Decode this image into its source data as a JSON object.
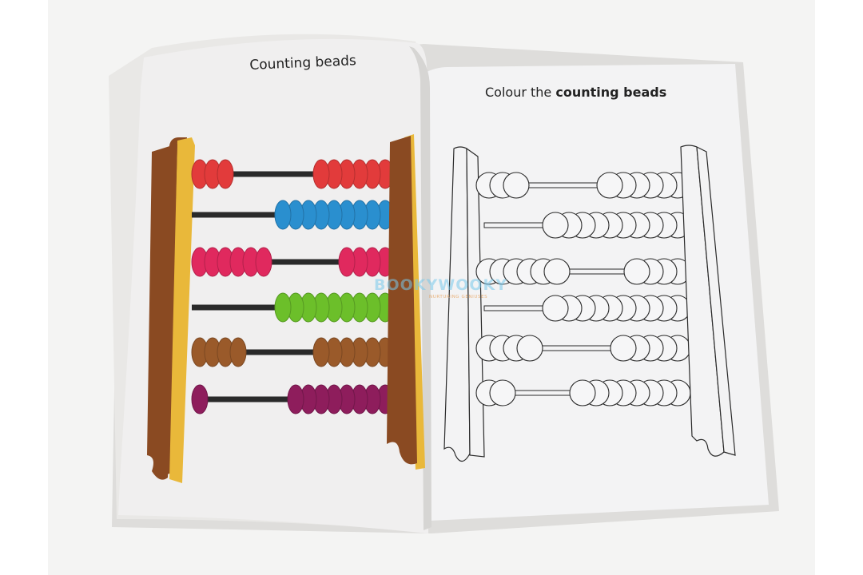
{
  "book": {
    "left_page": {
      "title": "Counting beads"
    },
    "right_page": {
      "title_prefix": "Colour the",
      "title_bold": "counting beads"
    },
    "watermark": {
      "brand": "BOOKYWOOKY",
      "tagline": "NURTURING GENIUSES"
    }
  },
  "abacus": {
    "left_counts": [
      3,
      0,
      6,
      0,
      4,
      1
    ],
    "right_counts": [
      7,
      10,
      5,
      10,
      7,
      9
    ],
    "colors": [
      "#e23b3b",
      "#2a8fcf",
      "#e0295e",
      "#6cbf2a",
      "#9a5a2a",
      "#8e1d5c"
    ],
    "frame_colors": {
      "post": "#8a4a22",
      "edge": "#e9b83a"
    }
  },
  "outline_abacus": {
    "left_counts": [
      3,
      0,
      6,
      0,
      4,
      2
    ],
    "right_counts": [
      6,
      10,
      4,
      10,
      5,
      8
    ]
  }
}
